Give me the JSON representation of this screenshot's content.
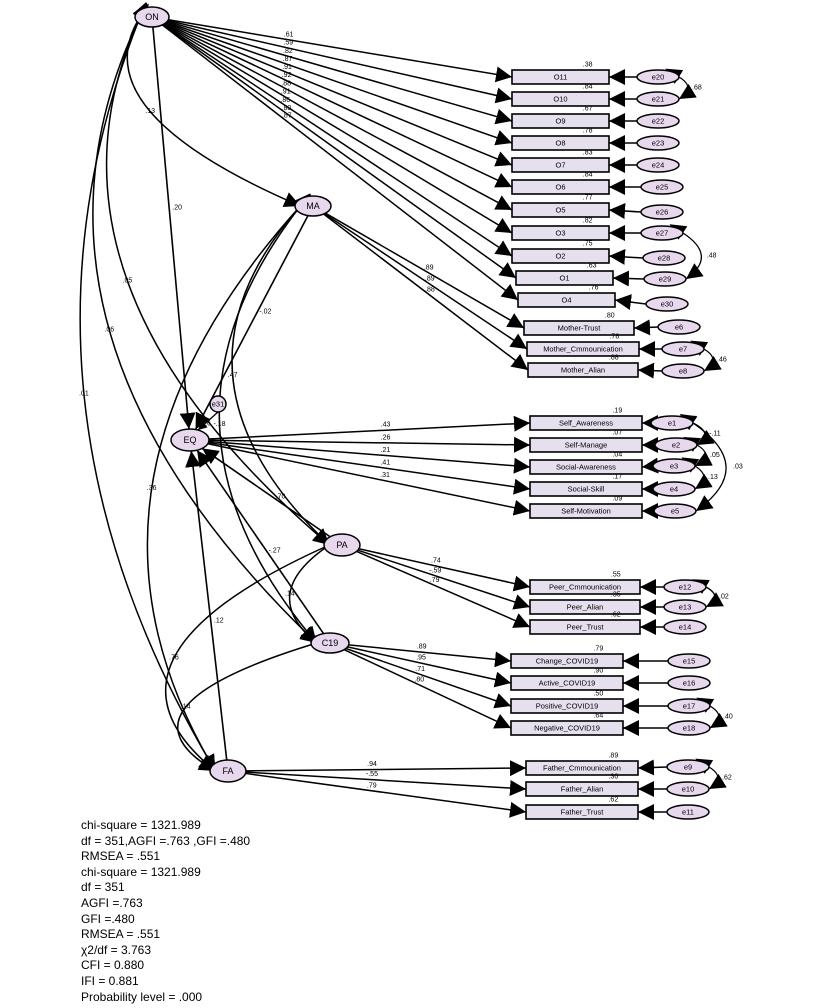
{
  "diagram": {
    "latents": [
      {
        "id": "ON",
        "label": "ON"
      },
      {
        "id": "MA",
        "label": "MA"
      },
      {
        "id": "EQ",
        "label": "EQ"
      },
      {
        "id": "PA",
        "label": "PA"
      },
      {
        "id": "C19",
        "label": "C19"
      },
      {
        "id": "FA",
        "label": "FA"
      }
    ],
    "observed": [
      {
        "id": "O11",
        "label": "O11",
        "latent": "ON",
        "error": "e20",
        "loading": ".61",
        "r2": ".38"
      },
      {
        "id": "O10",
        "label": "O10",
        "latent": "ON",
        "error": "e21",
        "loading": ".59",
        "r2": ".84"
      },
      {
        "id": "O9",
        "label": "O9",
        "latent": "ON",
        "error": "e22",
        "loading": ".82",
        "r2": ".67"
      },
      {
        "id": "O8",
        "label": "O8",
        "latent": "ON",
        "error": "e23",
        "loading": ".87",
        "r2": ".78"
      },
      {
        "id": "O7",
        "label": "O7",
        "latent": "ON",
        "error": "e24",
        "loading": ".91",
        "r2": ".83"
      },
      {
        "id": "O6",
        "label": "O6",
        "latent": "ON",
        "error": "e25",
        "loading": ".92",
        "r2": ".84"
      },
      {
        "id": "O5",
        "label": "O5",
        "latent": "ON",
        "error": "e26",
        "loading": ".88",
        "r2": ".77"
      },
      {
        "id": "O3",
        "label": "O3",
        "latent": "ON",
        "error": "e27",
        "loading": ".91",
        "r2": ".82"
      },
      {
        "id": "O2",
        "label": "O2",
        "latent": "ON",
        "error": "e28",
        "loading": ".86",
        "r2": ".75"
      },
      {
        "id": "O1",
        "label": "O1",
        "latent": "ON",
        "error": "e29",
        "loading": ".80",
        "r2": ".63"
      },
      {
        "id": "O4",
        "label": "O4",
        "latent": "ON",
        "error": "e30",
        "loading": ".87",
        "r2": ".76"
      },
      {
        "id": "MT",
        "label": "Mother-Trust",
        "latent": "MA",
        "error": "e6",
        "loading": ".89",
        "r2": ".80"
      },
      {
        "id": "MC",
        "label": "Mother_Cmmounication",
        "latent": "MA",
        "error": "e7",
        "loading": ".89",
        "r2": ".78"
      },
      {
        "id": "MAL",
        "label": "Mother_Alian",
        "latent": "MA",
        "error": "e8",
        "loading": ".88",
        "r2": ".88"
      },
      {
        "id": "SA",
        "label": "Self_Awareness",
        "latent": "EQ",
        "error": "e1",
        "loading": ".43",
        "r2": ".19"
      },
      {
        "id": "SM",
        "label": "Self-Manage",
        "latent": "EQ",
        "error": "e2",
        "loading": ".26",
        "r2": ".07"
      },
      {
        "id": "SOA",
        "label": "Social-Awareness",
        "latent": "EQ",
        "error": "e3",
        "loading": ".21",
        "r2": ".04"
      },
      {
        "id": "SS",
        "label": "Social-Skill",
        "latent": "EQ",
        "error": "e4",
        "loading": ".41",
        "r2": ".17"
      },
      {
        "id": "SMO",
        "label": "Self-Motivation",
        "latent": "EQ",
        "error": "e5",
        "loading": ".31",
        "r2": ".09"
      },
      {
        "id": "PC",
        "label": "Peer_Cmmounication",
        "latent": "PA",
        "error": "e12",
        "loading": ".74",
        "r2": ".55"
      },
      {
        "id": "PAL",
        "label": "Peer_Alian",
        "latent": "PA",
        "error": "e13",
        "loading": "-.59",
        "r2": ".35"
      },
      {
        "id": "PT",
        "label": "Peer_Trust",
        "latent": "PA",
        "error": "e14",
        "loading": ".79",
        "r2": ".62"
      },
      {
        "id": "CC",
        "label": "Change_COVID19",
        "latent": "C19",
        "error": "e15",
        "loading": ".89",
        "r2": ".79"
      },
      {
        "id": "AC",
        "label": "Active_COVID19",
        "latent": "C19",
        "error": "e16",
        "loading": ".95",
        "r2": ".90"
      },
      {
        "id": "POC",
        "label": "Positive_COVID19",
        "latent": "C19",
        "error": "e17",
        "loading": ".71",
        "r2": ".50"
      },
      {
        "id": "NC",
        "label": "Negative_COVID19",
        "latent": "C19",
        "error": "e18",
        "loading": ".80",
        "r2": ".64"
      },
      {
        "id": "FC",
        "label": "Father_Cmmounication",
        "latent": "FA",
        "error": "e9",
        "loading": ".94",
        "r2": ".89"
      },
      {
        "id": "FAL",
        "label": "Father_Alian",
        "latent": "FA",
        "error": "e10",
        "loading": "-.55",
        "r2": ".30"
      },
      {
        "id": "FT",
        "label": "Father_Trust",
        "latent": "FA",
        "error": "e11",
        "loading": ".79",
        "r2": ".62"
      }
    ],
    "disturbance": {
      "id": "e31",
      "label": "e31",
      "r2": ".26"
    },
    "paths": [
      {
        "from": "ON",
        "to": "EQ",
        "coef": ".20"
      },
      {
        "from": "MA",
        "to": "EQ",
        "coef": "-.02"
      },
      {
        "from": "PA",
        "to": "EQ",
        "coef": ".70"
      },
      {
        "from": "C19",
        "to": "EQ",
        "coef": "-.27"
      },
      {
        "from": "FA",
        "to": "EQ",
        "coef": ".12"
      }
    ],
    "covariances": [
      {
        "from": "ON",
        "to": "MA",
        "coef": ".13"
      },
      {
        "from": "ON",
        "to": "PA",
        "coef": ".05"
      },
      {
        "from": "ON",
        "to": "C19",
        "coef": ".06"
      },
      {
        "from": "ON",
        "to": "FA",
        "coef": ".01"
      },
      {
        "from": "MA",
        "to": "PA",
        "coef": ".47"
      },
      {
        "from": "MA",
        "to": "C19",
        "coef": "-.18"
      },
      {
        "from": "MA",
        "to": "FA",
        "coef": ".36"
      },
      {
        "from": "PA",
        "to": "C19",
        "coef": ".14"
      },
      {
        "from": "PA",
        "to": "FA",
        "coef": ".76"
      },
      {
        "from": "C19",
        "to": "FA",
        "coef": ".14"
      }
    ],
    "error_covariances": [
      {
        "from": "e20",
        "to": "e21",
        "coef": ".68"
      },
      {
        "from": "e27",
        "to": "e29",
        "coef": ".48"
      },
      {
        "from": "e7",
        "to": "e8",
        "coef": ".46"
      },
      {
        "from": "e1",
        "to": "e2",
        "coef": "-.11"
      },
      {
        "from": "e2",
        "to": "e3",
        "coef": ".05"
      },
      {
        "from": "e3",
        "to": "e4",
        "coef": ".13"
      },
      {
        "from": "e1",
        "to": "e5",
        "coef": ".03"
      },
      {
        "from": "e12",
        "to": "e13",
        "coef": ".02"
      },
      {
        "from": "e17",
        "to": "e18",
        "coef": ".40"
      },
      {
        "from": "e9",
        "to": "e10",
        "coef": ".62"
      }
    ]
  },
  "fit_stats": [
    "chi-square  = 1321.989",
    "df = 351,AGFI =.763 ,GFI =.480",
    "RMSEA = .551",
    "chi-square  = 1321.989",
    "df = 351",
    "AGFI =.763",
    "GFI =.480",
    "RMSEA = .551",
    " χ2/df = 3.763",
    "CFI = 0.880",
    "IFI = 0.881",
    "Probability level = .000"
  ],
  "colors": {
    "node_fill": "#e8d8ee",
    "box_fill": "#e6dfee",
    "stroke": "#000000"
  }
}
